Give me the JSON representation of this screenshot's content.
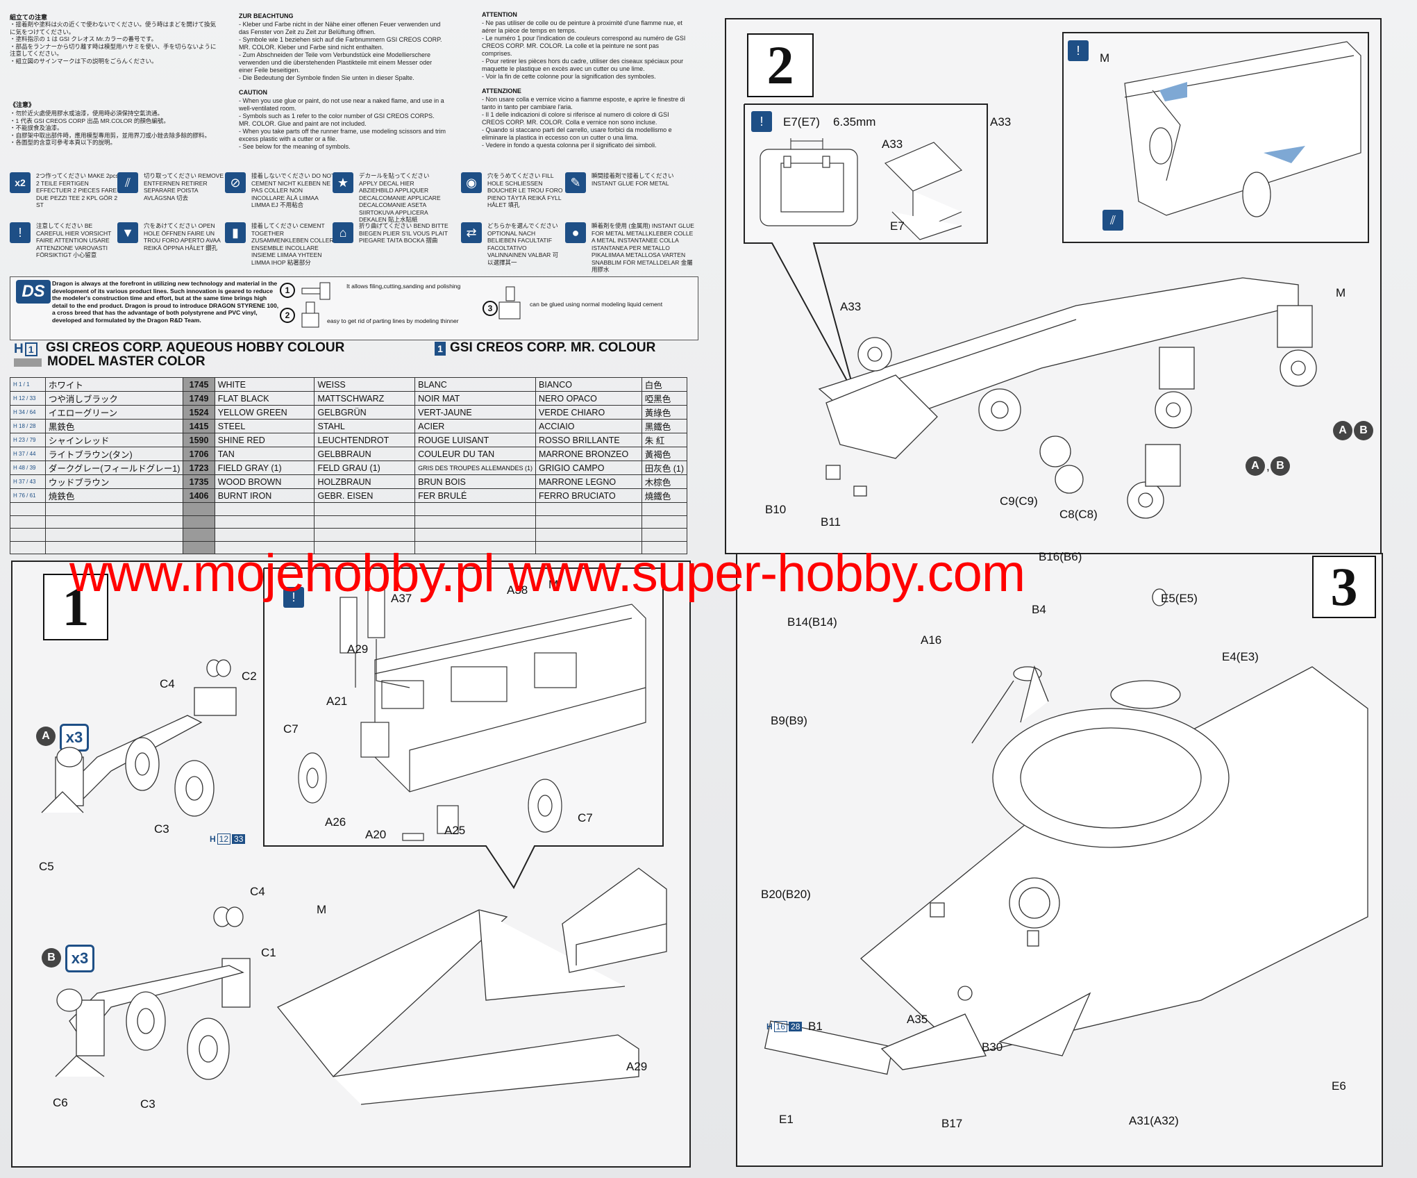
{
  "header_notes": {
    "jp_title": "組立ての注意",
    "jp_lines": [
      "・接着剤や塗料は火の近くで使わないでください。使う時はまどを開けて換気に気をつけてください。",
      "・塗料指示の 1 は GSI クレオス Mr.カラーの番号です。",
      "・部品をランナーから切り離す時は模型用ハサミを使い、手を切らないように注意してください。",
      "・組立図のサインマークは下の説明をごらんください。"
    ],
    "cn_title": "《注意》",
    "cn_lines": [
      "・勿於近火處使用膠水或油漆，使用時必須保持空氣流通。",
      "・1 代表 GSI CREOS CORP 出品 MR.COLOR 的顏色編號。",
      "・不能誤食及油漆。",
      "・自膠架中取出部件時，應用模型專用剪，並用界刀或小銼去除多餘的膠料。",
      "・各圖型的含意可參考本頁以下的說明。"
    ],
    "de_title": "ZUR BEACHTUNG",
    "de_lines": [
      "- Kleber und Farbe nicht in der Nähe einer offenen Feuer verwenden und das Fenster von Zeit zu Zeit zur Belüftung öffnen.",
      "- Symbole wie 1 beziehen sich auf die Farbnummern GSI CREOS CORP. MR. COLOR. Kleber und Farbe sind nicht enthalten.",
      "- Zum Abschneiden der Teile vom Verbundstück eine Modellierschere verwenden und die überstehenden Plastikteile mit einem Messer oder einer Feile beseitigen.",
      "- Die Bedeutung der Symbole finden Sie unten in dieser Spalte."
    ],
    "en_title": "CAUTION",
    "en_lines": [
      "- When you use glue or paint, do not use near a naked flame, and use in a well-ventilated room.",
      "- Symbols such as 1 refer to the color number of GSI CREOS CORPS. MR. COLOR. Glue and paint are not included.",
      "- When you take parts off the runner frame, use modeling scissors and trim excess plastic with a cutter or a file.",
      "- See below for the meaning of symbols."
    ],
    "fr_title": "ATTENTION",
    "fr_lines": [
      "- Ne pas utiliser de colle ou de peinture à proximité d'une flamme nue, et aérer la pièce de temps en temps.",
      "- Le numéro 1 pour l'indication de couleurs correspond au numéro de GSI CREOS CORP. MR. COLOR. La colle et la peinture ne sont pas comprises.",
      "- Pour retirer les pièces hors du cadre, utiliser des ciseaux spéciaux pour maquette le plastique en excès avec un cutter ou une lime.",
      "- Voir la fin de cette colonne pour la signification des symboles."
    ],
    "it_title": "ATTENZIONE",
    "it_lines": [
      "- Non usare colla e vernice vicino a fiamme esposte, e aprire le finestre di tanto in tanto per cambiare l'aria.",
      "- Il 1 delle indicazioni di colore si riferisce al numero di colore di GSI CREOS CORP. MR. COLOR. Colla e vernice non sono incluse.",
      "- Quando si staccano parti del carrello, usare forbici da modellismo e eliminare la plastica in eccesso con un cutter o una lima.",
      "- Vedere in fondo a questa colonna per il significato dei simboli."
    ]
  },
  "symbols": [
    {
      "icon": "x2",
      "text": "2つ作ってください MAKE 2pcs 2 TEILE FERTIGEN EFFECTUER 2 PIECES FARE DUE PEZZI TEE 2 KPL GÖR 2 ST"
    },
    {
      "icon": "remove",
      "text": "切り取ってください REMOVE ENTFERNEN RETIRER SEPARARE POISTA AVLÄGSNA 切去"
    },
    {
      "icon": "do-not-cement",
      "text": "接着しないでください DO NOT CEMENT NICHT KLEBEN NE PAS COLLER NON INCOLLARE ÄLÄ LIIMAA LIMMA EJ 不用粘合"
    },
    {
      "icon": "decal",
      "text": "デカールを貼ってください APPLY DECAL HIER ABZIEHBILD APPLIQUER DECALCOMANIE APPLICARE DECALCOMANIE ASETA SIIRTOKUVA APPLICERA DEKALEN 貼上水貼紙"
    },
    {
      "icon": "fill-hole",
      "text": "穴をうめてください FILL HOLE SCHLIESSEN BOUCHER LE TROU FORO PIENO TÄYTÄ REIKÄ FYLL HÅLET 填孔"
    },
    {
      "icon": "cement-metal",
      "text": "瞬間接着剤で接着してください INSTANT GLUE FOR METAL"
    },
    {
      "icon": "careful",
      "text": "注意してください BE CAREFUL HIER VORSICHT FAIRE ATTENTION USARE ATTENZIONE VAROVASTI FÖRSIKTIGT 小心留意"
    },
    {
      "icon": "open-hole",
      "text": "穴をあけてください OPEN HOLE ÖFFNEN FAIRE UN TROU FORO APERTO AVAA REIKÄ ÖPPNA HÅLET 鑽孔"
    },
    {
      "icon": "cement-together",
      "text": "接着してください CEMENT TOGETHER ZUSAMMENKLEBEN COLLER ENSEMBLE INCOLLARE INSIEME LIIMAA YHTEEN LIMMA IHOP 粘著部分"
    },
    {
      "icon": "bend",
      "text": "折り曲げてください BEND BITTE BIEGEN PLIER S'IL VOUS PLAIT PIEGARE TAITA BOCKA 摺曲"
    },
    {
      "icon": "optional",
      "text": "どちらかを選んでください OPTIONAL NACH BELIEBEN FACULTATIF FACOLTATIVO VALINNAINEN VALBAR 可以選擇其一"
    },
    {
      "icon": "instant-glue",
      "text": "瞬着剤を使用 (金属用) INSTANT GLUE FOR METAL METALLKLEBER COLLE A METAL INSTANTANEE COLLA ISTANTANEA PER METALLO PIKALIIMAA METALLOSA VARTEN SNABBLIM FÖR METALLDELAR 金屬用膠水"
    }
  ],
  "ds_block": {
    "logo": "DS",
    "intro": "Dragon is always at the forefront in utilizing new technology and material in the development of its various product lines. Such innovation is geared to reduce the modeler's construction time and effort, but at the same time brings high detail to the end product. Dragon is proud to introduce DRAGON STYRENE 100, a cross breed that has the advantage of both polystyrene and PVC vinyl, developed and formulated by the Dragon R&D Team.",
    "step1": "1",
    "step1_text": "It allows filing,cutting,sanding and polishing",
    "step2": "2",
    "step2_text": "easy to get rid of parting lines by modeling thinner",
    "step3": "3",
    "step3_text": "can be glued using normal modeling liquid cement"
  },
  "color_header": {
    "aqueous": "GSI CREOS CORP. AQUEOUS HOBBY COLOUR",
    "mr_colour": "GSI CREOS CORP. MR. COLOUR",
    "model_master": "MODEL MASTER COLOR",
    "h_prefix": "H",
    "one_symbol": "1"
  },
  "color_table": [
    {
      "gsi": "H 1 / 1",
      "jp": "ホワイト",
      "mm": "1745",
      "en": "WHITE",
      "de": "WEISS",
      "fr": "BLANC",
      "it": "BIANCO",
      "cn": "白色"
    },
    {
      "gsi": "H 12 / 33",
      "jp": "つや消しブラック",
      "mm": "1749",
      "en": "FLAT BLACK",
      "de": "MATTSCHWARZ",
      "fr": "NOIR MAT",
      "it": "NERO OPACO",
      "cn": "啞黑色"
    },
    {
      "gsi": "H 34 / 64",
      "jp": "イエローグリーン",
      "mm": "1524",
      "en": "YELLOW GREEN",
      "de": "GELBGRÜN",
      "fr": "VERT-JAUNE",
      "it": "VERDE CHIARO",
      "cn": "黃綠色"
    },
    {
      "gsi": "H 18 / 28",
      "jp": "黒鉄色",
      "mm": "1415",
      "en": "STEEL",
      "de": "STAHL",
      "fr": "ACIER",
      "it": "ACCIAIO",
      "cn": "黑鐵色"
    },
    {
      "gsi": "H 23 / 79",
      "jp": "シャインレッド",
      "mm": "1590",
      "en": "SHINE RED",
      "de": "LEUCHTENDROT",
      "fr": "ROUGE LUISANT",
      "it": "ROSSO BRILLANTE",
      "cn": "朱 紅"
    },
    {
      "gsi": "H 37 / 44",
      "jp": "ライトブラウン(タン)",
      "mm": "1706",
      "en": "TAN",
      "de": "GELBBRAUN",
      "fr": "COULEUR DU TAN",
      "it": "MARRONE BRONZEO",
      "cn": "黃褐色"
    },
    {
      "gsi": "H 48 / 39",
      "jp": "ダークグレー(フィールドグレー1)",
      "mm": "1723",
      "en": "FIELD GRAY (1)",
      "de": "FELD GRAU (1)",
      "fr": "GRIS DES TROUPES ALLEMANDES (1)",
      "it": "GRIGIO CAMPO",
      "cn": "田灰色 (1)"
    },
    {
      "gsi": "H 37 / 43",
      "jp": "ウッドブラウン",
      "mm": "1735",
      "en": "WOOD BROWN",
      "de": "HOLZBRAUN",
      "fr": "BRUN BOIS",
      "it": "MARRONE LEGNO",
      "cn": "木棕色"
    },
    {
      "gsi": "H 76 / 61",
      "jp": "焼鉄色",
      "mm": "1406",
      "en": "BURNT IRON",
      "de": "GEBR. EISEN",
      "fr": "FER BRULÉ",
      "it": "FERRO BRUCIATO",
      "cn": "燒鐵色"
    },
    {
      "gsi": "",
      "jp": "",
      "mm": "",
      "en": "",
      "de": "",
      "fr": "",
      "it": "",
      "cn": ""
    },
    {
      "gsi": "",
      "jp": "",
      "mm": "",
      "en": "",
      "de": "",
      "fr": "",
      "it": "",
      "cn": ""
    },
    {
      "gsi": "",
      "jp": "",
      "mm": "",
      "en": "",
      "de": "",
      "fr": "",
      "it": "",
      "cn": ""
    },
    {
      "gsi": "",
      "jp": "",
      "mm": "",
      "en": "",
      "de": "",
      "fr": "",
      "it": "",
      "cn": ""
    }
  ],
  "watermark": "www.mojehobby.pl www.super-hobby.com",
  "step1": {
    "number": "1",
    "a_badge": "A",
    "a_count": "x3",
    "b_badge": "B",
    "b_count": "x3",
    "paint": {
      "h": "H",
      "a": "12",
      "b": "33"
    },
    "labels": {
      "c4a": "C4",
      "c2": "C2",
      "c3a": "C3",
      "c5": "C5",
      "c4b": "C4",
      "c1": "C1",
      "c6": "C6",
      "c3b": "C3",
      "a37": "A37",
      "a38": "A38",
      "m_top": "M",
      "a29_top": "A29",
      "a21": "A21",
      "c7a": "C7",
      "a26": "A26",
      "a20": "A20",
      "a25": "A25",
      "c7b": "C7",
      "m_bottom": "M",
      "a29_bottom": "A29"
    }
  },
  "step2": {
    "number": "2",
    "measure": "6.35mm",
    "labels": {
      "e7e7": "E7(E7)",
      "a33_detail": "A33",
      "a33_detail_b": "A33",
      "e7": "E7",
      "m_detail": "M",
      "a33": "A33",
      "m": "M",
      "ab_top": "A",
      "ab_top_b": "B",
      "ab_bottom": "A",
      "ab_bottom_b": "B",
      "comma": ",",
      "b10": "B10",
      "b11": "B11",
      "c9c9": "C9(C9)",
      "c8c8": "C8(C8)"
    }
  },
  "step3": {
    "number": "3",
    "paint": {
      "h": "H",
      "a": "16",
      "b": "28"
    },
    "labels": {
      "b16b6": "B16(B6)",
      "e5e5": "E5(E5)",
      "b14b14": "B14(B14)",
      "b4": "B4",
      "a16": "A16",
      "e4e3": "E4(E3)",
      "b9b9": "B9(B9)",
      "b20b20": "B20(B20)",
      "b1": "B1",
      "a35": "A35",
      "b30": "B30",
      "e1": "E1",
      "b17": "B17",
      "a31a32": "A31(A32)",
      "e6": "E6"
    }
  }
}
